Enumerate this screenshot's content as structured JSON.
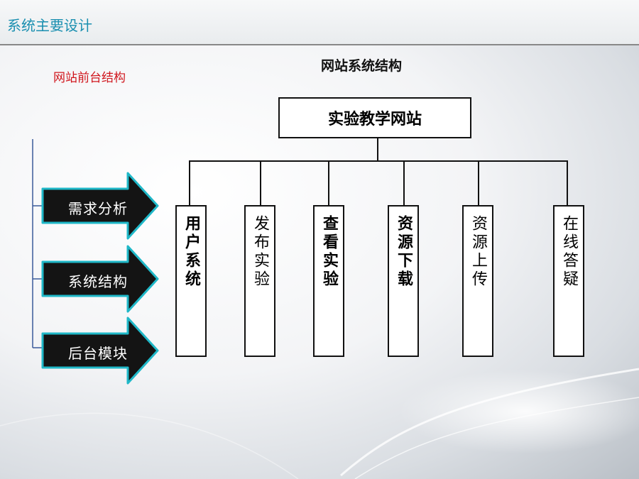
{
  "header": {
    "title": "系统主要设计"
  },
  "section_label": "网站前台结构",
  "diagram": {
    "title": "网站系统结构",
    "root": "实验教学网站",
    "children": [
      {
        "label": "用户系统"
      },
      {
        "label": "发布实验"
      },
      {
        "label": "查看实验"
      },
      {
        "label": "资源下载"
      },
      {
        "label": "资源上传"
      },
      {
        "label": "在线答疑"
      }
    ]
  },
  "arrows": [
    {
      "label": "需求分析"
    },
    {
      "label": "系统结构"
    },
    {
      "label": "后台模块"
    }
  ],
  "colors": {
    "header_text": "#1a8fb0",
    "section_label": "#d0161d",
    "arrow_fill": "#141414",
    "arrow_border": "#1fb8c8"
  }
}
